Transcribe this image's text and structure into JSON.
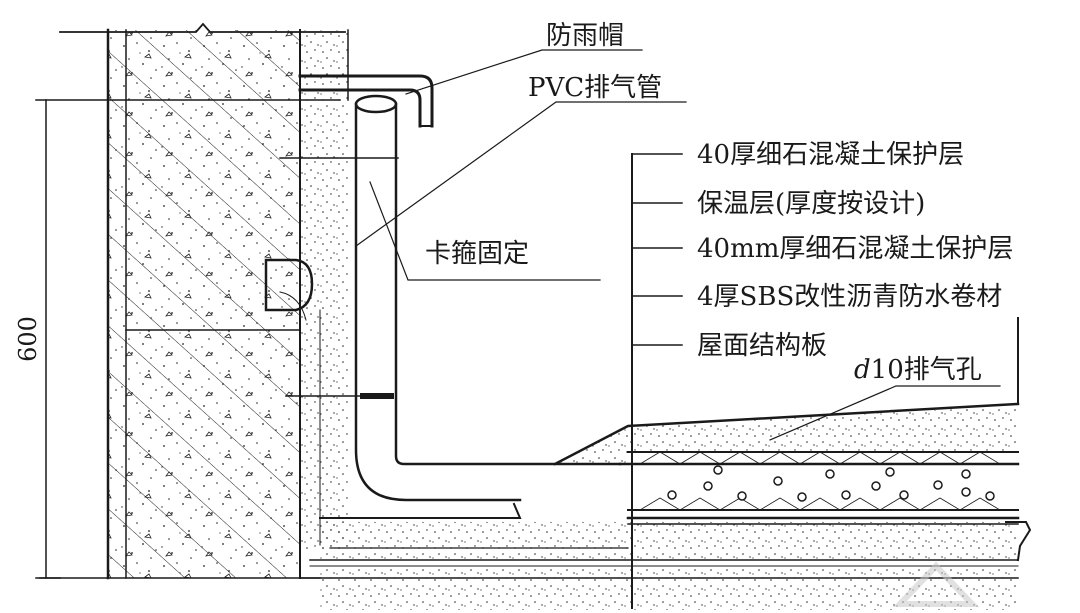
{
  "callouts": {
    "rain_cap": "防雨帽",
    "pvc_pipe": "PVC排气管",
    "hoop": "卡箍固定",
    "vent_hole_prefix": "d",
    "vent_hole_rest": "10排气孔"
  },
  "layers": [
    "40厚细石混凝土保护层",
    "保温层(厚度按设计)",
    "40mm厚细石混凝土保护层",
    "4厚SBS改性沥青防水卷材",
    "屋面结构板"
  ],
  "dimension": {
    "value": "600"
  },
  "colors": {
    "ink": "#1a1a1a",
    "paper": "#ffffff",
    "watermark": "#c8c8c8"
  }
}
